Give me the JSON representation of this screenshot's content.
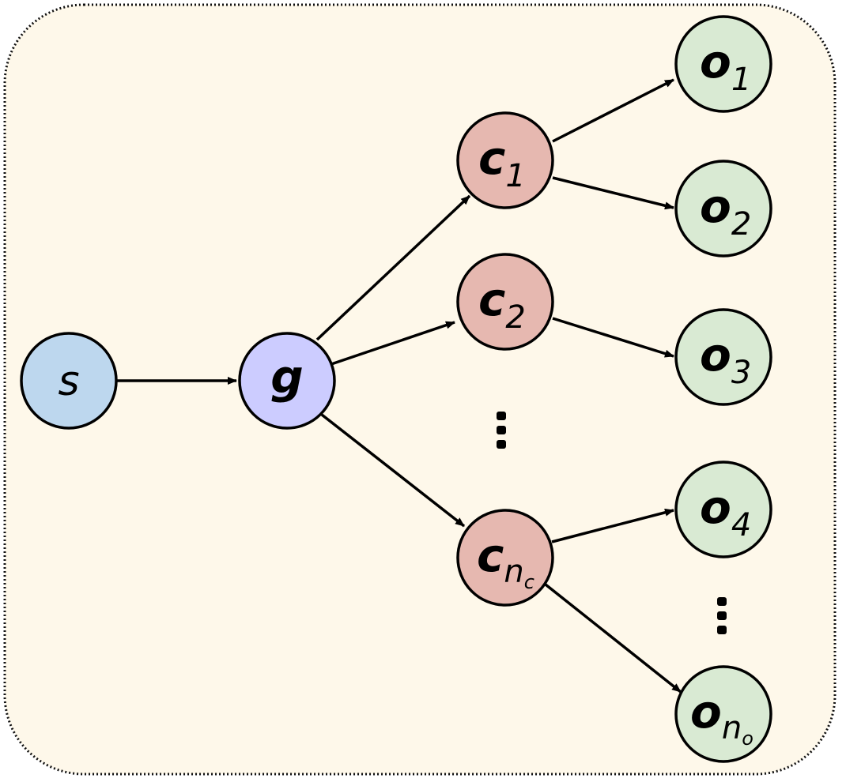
{
  "colors": {
    "background_panel": "#fef8ea",
    "panel_border": "#111111",
    "s_fill": "#bdd7ee",
    "g_fill": "#ccccff",
    "c_fill": "#e6b8b0",
    "o_fill": "#d9ead3",
    "stroke": "#000000"
  },
  "nodes": {
    "s": {
      "main": "s"
    },
    "g": {
      "main": "g"
    },
    "c1": {
      "main": "c",
      "sub": "1"
    },
    "c2": {
      "main": "c",
      "sub": "2"
    },
    "cn": {
      "main": "c",
      "sub": "n",
      "subsub": "c"
    },
    "o1": {
      "main": "o",
      "sub": "1"
    },
    "o2": {
      "main": "o",
      "sub": "2"
    },
    "o3": {
      "main": "o",
      "sub": "3"
    },
    "o4": {
      "main": "o",
      "sub": "4"
    },
    "on": {
      "main": "o",
      "sub": "n",
      "subsub": "o"
    }
  },
  "edges": [
    {
      "from": "s",
      "to": "g"
    },
    {
      "from": "g",
      "to": "c1"
    },
    {
      "from": "g",
      "to": "c2"
    },
    {
      "from": "g",
      "to": "cn"
    },
    {
      "from": "c1",
      "to": "o1"
    },
    {
      "from": "c1",
      "to": "o2"
    },
    {
      "from": "c2",
      "to": "o3"
    },
    {
      "from": "cn",
      "to": "o4"
    },
    {
      "from": "cn",
      "to": "on"
    }
  ],
  "ellipses": [
    "c-column-ellipsis",
    "o-column-ellipsis"
  ]
}
